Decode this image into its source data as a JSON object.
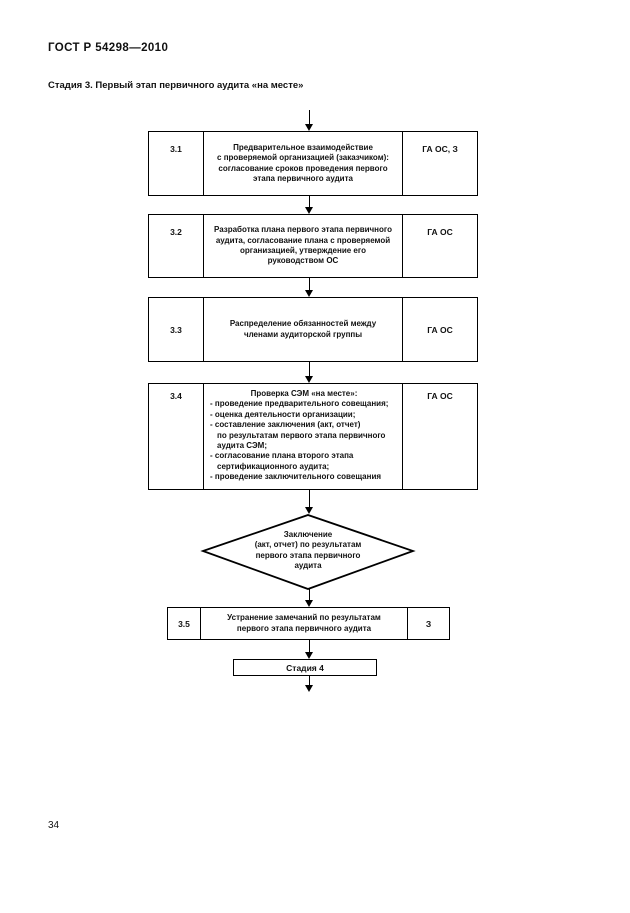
{
  "document": {
    "code": "ГОСТ Р 54298—2010",
    "title": "Стадия 3. Первый этап первичного аудита «на месте»",
    "page_number": "34"
  },
  "flowchart": {
    "steps": [
      {
        "num": "3.1",
        "text": "Предварительное взаимодействие\nс проверяемой организацией (заказчиком):\nсогласование сроков проведения первого\nэтапа первичного аудита",
        "actor": "ГА ОС, З"
      },
      {
        "num": "3.2",
        "text": "Разработка плана первого этапа первичного\nаудита, согласование плана с проверяемой\nорганизацией, утверждение его\nруководством ОС",
        "actor": "ГА ОС"
      },
      {
        "num": "3.3",
        "text": "Распределение обязанностей между\nчленами аудиторской группы",
        "actor": "ГА ОС"
      },
      {
        "num": "3.4",
        "title": "Проверка СЭМ «на месте»:",
        "items": [
          "- проведение предварительного совещания;",
          "- оценка деятельности организации;",
          "- составление заключения (акт, отчет)\nпо результатам первого этапа первичного\nаудита СЭМ;",
          "- согласование плана второго этапа\nсертификационного аудита;",
          "- проведение заключительного совещания"
        ],
        "actor": "ГА ОС"
      },
      {
        "num": "3.5",
        "text": "Устранение замечаний по результатам\nпервого этапа первичного аудита",
        "actor": "З"
      }
    ],
    "decision": "Заключение\n(акт, отчет) по результатам\nпервого этапа первичного\nаудита",
    "next_stage": "Стадия 4"
  }
}
